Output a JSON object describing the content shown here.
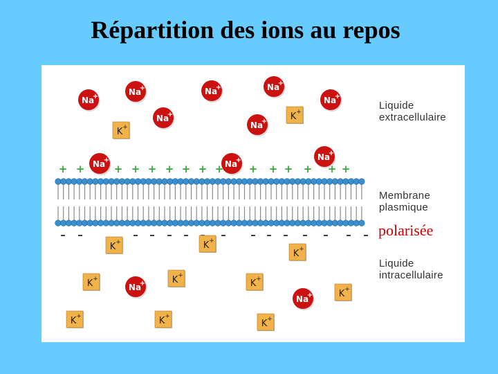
{
  "title": "Répartition des ions au repos",
  "labels": {
    "extracellular": [
      "Liquide",
      "extracellulaire"
    ],
    "membrane": [
      "Membrane",
      "plasmique"
    ],
    "polarized": "polarisée",
    "intracellular": [
      "Liquide",
      "intracellulaire"
    ]
  },
  "ions": {
    "sodium": {
      "base": "Na",
      "charge": "+",
      "color": "#cc1111"
    },
    "potassium": {
      "base": "K",
      "charge": "+",
      "color": "#f2b24a"
    }
  },
  "membrane": {
    "outer_charge": "+",
    "inner_charge": "–",
    "outer_charge_color": "#33aa33",
    "inner_charge_color": "#333333",
    "head_color": "#3a8fd0",
    "tail_color": "#8a8a8a"
  }
}
